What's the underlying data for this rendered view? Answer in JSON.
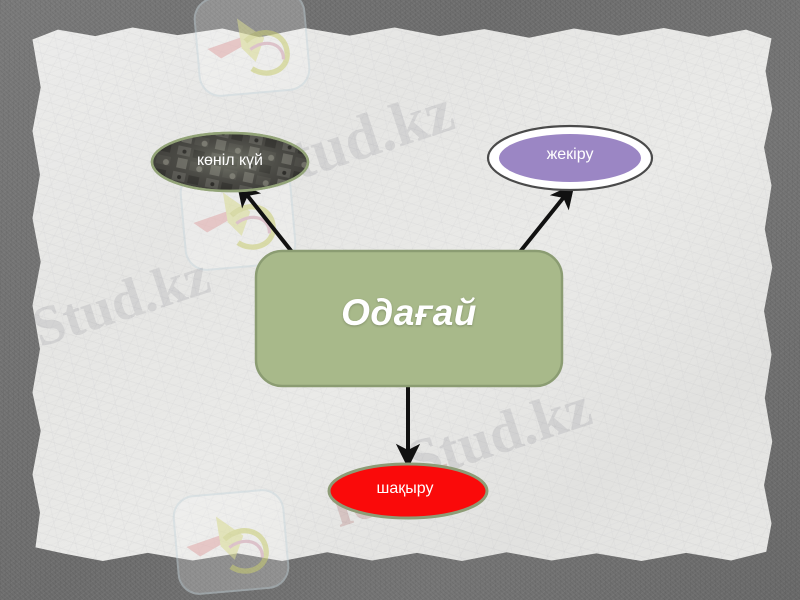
{
  "slide": {
    "title_node": {
      "label": "Одағай",
      "shape": "rounded-rectangle",
      "fill": "#a8b98a",
      "border": "#8a9b70",
      "text_color": "#ffffff"
    },
    "nodes": [
      {
        "id": "konil-kuy",
        "label": "көніл күй",
        "shape": "ellipse",
        "fill": "#4a4a46",
        "border": "#93a478",
        "text_color": "#ffffff",
        "position": "top-left"
      },
      {
        "id": "zhekiru",
        "label": "жекіру",
        "shape": "ellipse",
        "fill": "#9b86c4",
        "border": "#ffffff",
        "outer_border": "#4a4a4a",
        "text_color": "#ffffff",
        "position": "top-right"
      },
      {
        "id": "shaqyru",
        "label": "шақыру",
        "shape": "ellipse",
        "fill": "#fa0a0a",
        "border": "#93a478",
        "text_color": "#ffffff",
        "position": "bottom-center"
      }
    ],
    "connectors": [
      {
        "from": "Одағай",
        "to": "көніл күй",
        "style": "arrow",
        "color": "#111111"
      },
      {
        "from": "Одағай",
        "to": "жекіру",
        "style": "arrow",
        "color": "#111111"
      },
      {
        "from": "Одағай",
        "to": "шақыру",
        "style": "arrow",
        "color": "#111111"
      }
    ],
    "watermarks": [
      {
        "text": "Stud.kz",
        "position": "top-center"
      },
      {
        "text": "Stud.kz",
        "position": "center-right"
      },
      {
        "text": "id.kz",
        "position": "bottom-center"
      },
      {
        "text": "Stud.kz",
        "position": "center-left"
      }
    ],
    "background": {
      "style": "torn-paper-on-stone",
      "paper_color": "#e9e9e7",
      "frame_color": "#717171"
    }
  }
}
